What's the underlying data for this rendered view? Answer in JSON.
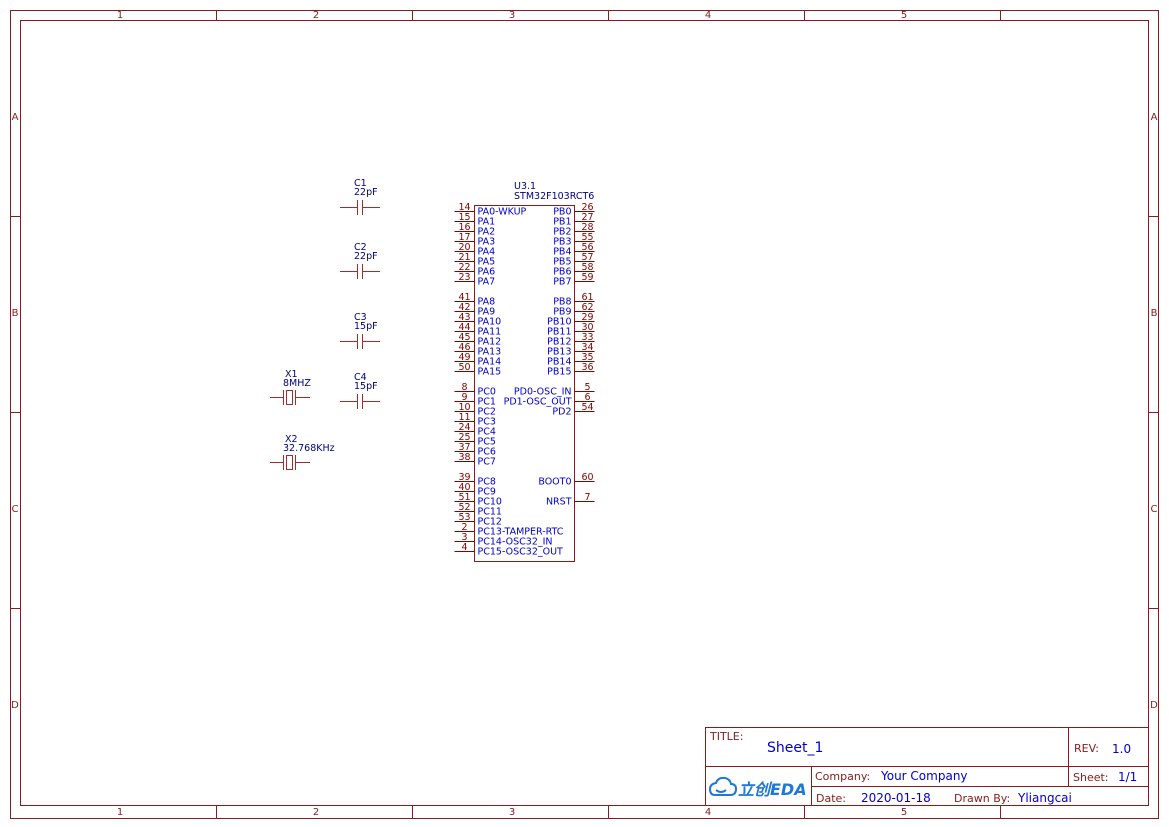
{
  "frame": {
    "columns": [
      "1",
      "2",
      "3",
      "4",
      "5"
    ],
    "rows": [
      "A",
      "B",
      "C",
      "D"
    ]
  },
  "mcu": {
    "ref": "U3.1",
    "value": "STM32F103RCT6",
    "left_pins": [
      {
        "num": "14",
        "name": "PA0-WKUP"
      },
      {
        "num": "15",
        "name": "PA1"
      },
      {
        "num": "16",
        "name": "PA2"
      },
      {
        "num": "17",
        "name": "PA3"
      },
      {
        "num": "20",
        "name": "PA4"
      },
      {
        "num": "21",
        "name": "PA5"
      },
      {
        "num": "22",
        "name": "PA6"
      },
      {
        "num": "23",
        "name": "PA7"
      },
      null,
      {
        "num": "41",
        "name": "PA8"
      },
      {
        "num": "42",
        "name": "PA9"
      },
      {
        "num": "43",
        "name": "PA10"
      },
      {
        "num": "44",
        "name": "PA11"
      },
      {
        "num": "45",
        "name": "PA12"
      },
      {
        "num": "46",
        "name": "PA13"
      },
      {
        "num": "49",
        "name": "PA14"
      },
      {
        "num": "50",
        "name": "PA15"
      },
      null,
      {
        "num": "8",
        "name": "PC0"
      },
      {
        "num": "9",
        "name": "PC1"
      },
      {
        "num": "10",
        "name": "PC2"
      },
      {
        "num": "11",
        "name": "PC3"
      },
      {
        "num": "24",
        "name": "PC4"
      },
      {
        "num": "25",
        "name": "PC5"
      },
      {
        "num": "37",
        "name": "PC6"
      },
      {
        "num": "38",
        "name": "PC7"
      },
      null,
      {
        "num": "39",
        "name": "PC8"
      },
      {
        "num": "40",
        "name": "PC9"
      },
      {
        "num": "51",
        "name": "PC10"
      },
      {
        "num": "52",
        "name": "PC11"
      },
      {
        "num": "53",
        "name": "PC12"
      },
      {
        "num": "2",
        "name": "PC13-TAMPER-RTC"
      },
      {
        "num": "3",
        "name": "PC14-OSC32_IN"
      },
      {
        "num": "4",
        "name": "PC15-OSC32_OUT"
      }
    ],
    "right_pins": [
      {
        "num": "26",
        "name": "PB0"
      },
      {
        "num": "27",
        "name": "PB1"
      },
      {
        "num": "28",
        "name": "PB2"
      },
      {
        "num": "55",
        "name": "PB3"
      },
      {
        "num": "56",
        "name": "PB4"
      },
      {
        "num": "57",
        "name": "PB5"
      },
      {
        "num": "58",
        "name": "PB6"
      },
      {
        "num": "59",
        "name": "PB7"
      },
      null,
      {
        "num": "61",
        "name": "PB8"
      },
      {
        "num": "62",
        "name": "PB9"
      },
      {
        "num": "29",
        "name": "PB10"
      },
      {
        "num": "30",
        "name": "PB11"
      },
      {
        "num": "33",
        "name": "PB12"
      },
      {
        "num": "34",
        "name": "PB13"
      },
      {
        "num": "35",
        "name": "PB14"
      },
      {
        "num": "36",
        "name": "PB15"
      },
      null,
      {
        "num": "5",
        "name": "PD0-OSC_IN"
      },
      {
        "num": "6",
        "name": "PD1-OSC_OUT"
      },
      {
        "num": "54",
        "name": "PD2"
      },
      null,
      null,
      null,
      null,
      null,
      null,
      {
        "num": "60",
        "name": "BOOT0"
      },
      null,
      {
        "num": "7",
        "name": "NRST"
      }
    ]
  },
  "capacitors": [
    {
      "ref": "C1",
      "value": "22pF"
    },
    {
      "ref": "C2",
      "value": "22pF"
    },
    {
      "ref": "C3",
      "value": "15pF"
    },
    {
      "ref": "C4",
      "value": "15pF"
    }
  ],
  "crystals": [
    {
      "ref": "X1",
      "value": "8MHZ"
    },
    {
      "ref": "X2",
      "value": "32.768KHz"
    }
  ],
  "title_block": {
    "title_label": "TITLE:",
    "title_value": "Sheet_1",
    "rev_label": "REV:",
    "rev_value": "1.0",
    "company_label": "Company:",
    "company_value": "Your Company",
    "sheet_label": "Sheet:",
    "sheet_value": "1/1",
    "date_label": "Date:",
    "date_value": "2020-01-18",
    "drawn_label": "Drawn By:",
    "drawn_value": "Yliangcai",
    "logo_text": "立创EDA"
  },
  "colors": {
    "frame": "#8b1a1a",
    "pin_name": "#0000cc",
    "pin_number": "#880000",
    "logo": "#1e78d7"
  }
}
